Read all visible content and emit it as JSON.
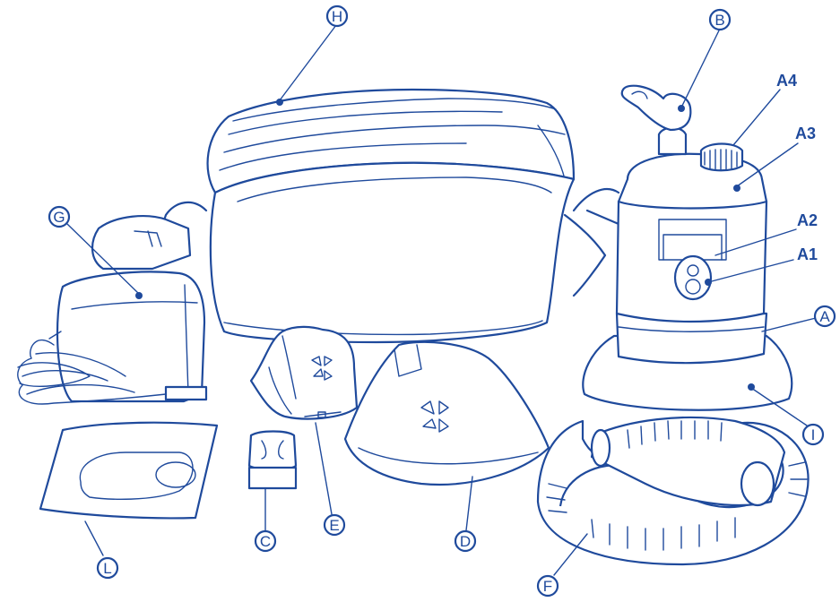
{
  "colors": {
    "line": "#1f4a9c",
    "background": "#ffffff"
  },
  "labels": {
    "A": "A",
    "A1": "A1",
    "A2": "A2",
    "A3": "A3",
    "A4": "A4",
    "B": "B",
    "C": "C",
    "D": "D",
    "E": "E",
    "F": "F",
    "G": "G",
    "H": "H",
    "I": "I",
    "L": "L"
  }
}
